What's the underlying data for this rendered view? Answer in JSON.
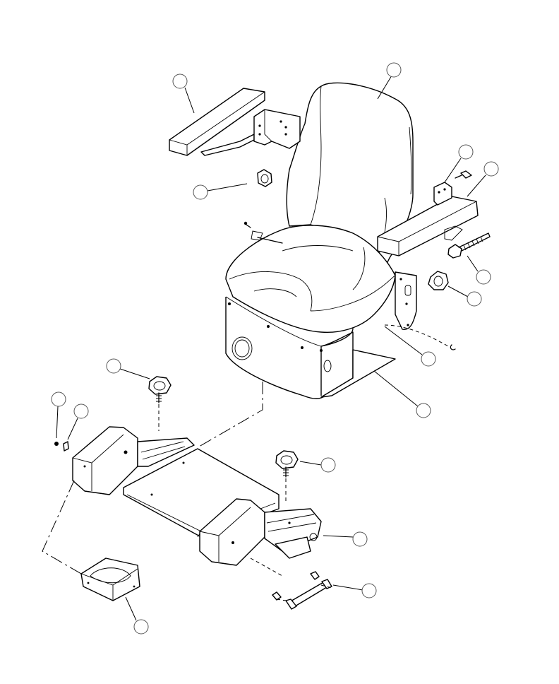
{
  "figure": {
    "background": "#ffffff",
    "line_color": "#000000",
    "callout_count": 16,
    "callouts": [
      {
        "id": "armrest-left",
        "label": ""
      },
      {
        "id": "seat-back",
        "label": ""
      },
      {
        "id": "knob-left",
        "label": ""
      },
      {
        "id": "screw-right",
        "label": ""
      },
      {
        "id": "armrest-right",
        "label": ""
      },
      {
        "id": "bolt-right",
        "label": ""
      },
      {
        "id": "knob-right",
        "label": ""
      },
      {
        "id": "clip",
        "label": ""
      },
      {
        "id": "seat-cushion",
        "label": ""
      },
      {
        "id": "adjuster-knob-left",
        "label": ""
      },
      {
        "id": "screw-left",
        "label": ""
      },
      {
        "id": "washer-left",
        "label": ""
      },
      {
        "id": "adjuster-knob-right",
        "label": ""
      },
      {
        "id": "slide-rail",
        "label": ""
      },
      {
        "id": "bottom-plate",
        "label": ""
      },
      {
        "id": "gas-spring",
        "label": ""
      }
    ]
  }
}
